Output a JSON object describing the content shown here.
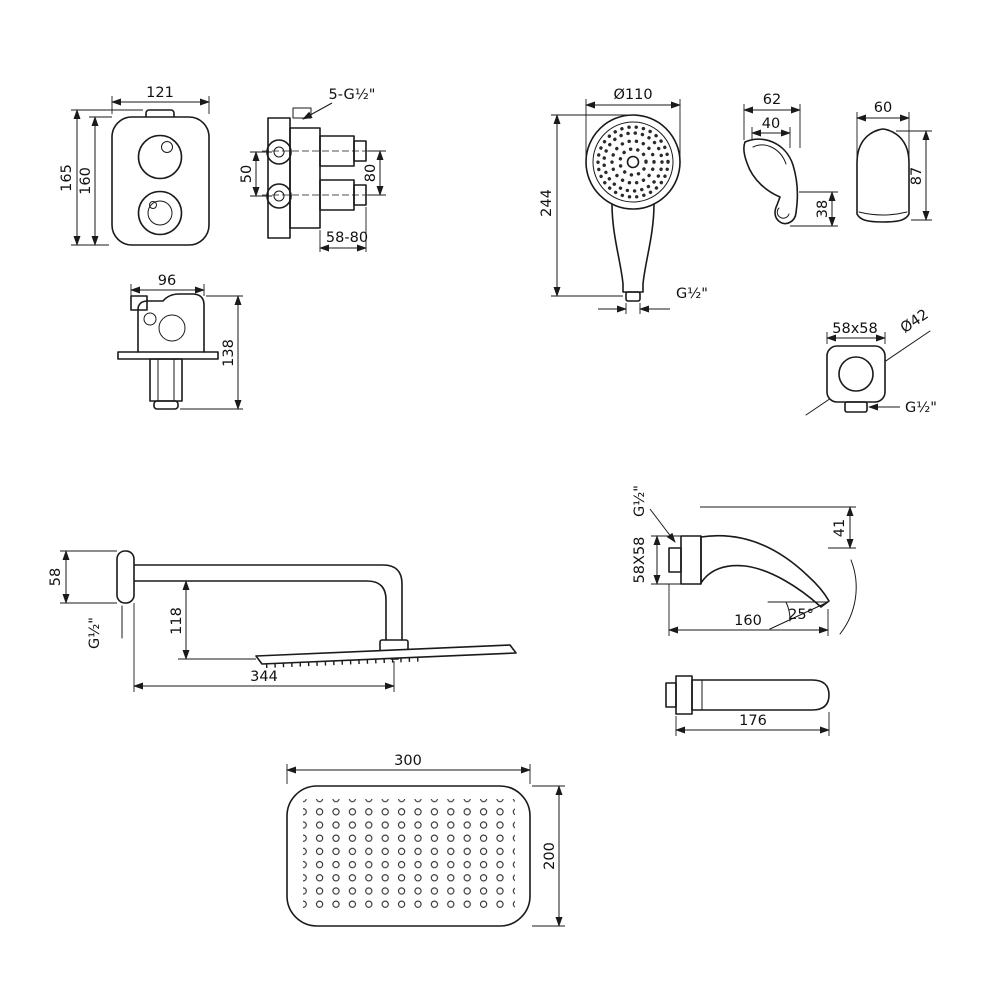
{
  "page": {
    "background": "#ffffff",
    "line_color": "#1a1a1a"
  },
  "mixer_front": {
    "width": "121",
    "height_outer": "165",
    "height_inner": "160"
  },
  "valve_body": {
    "thread": "5-G½\"",
    "port_spacing": "50",
    "port_height": "80",
    "mount_depth": "58-80"
  },
  "valve_trim": {
    "width": "96",
    "height": "138"
  },
  "hand_shower": {
    "head_diameter": "Ø110",
    "length": "244",
    "thread": "G½\""
  },
  "holder_side": {
    "width": "62",
    "inner_width": "40",
    "hook_depth": "38"
  },
  "holder_front": {
    "width": "60",
    "height": "87"
  },
  "escutcheon": {
    "plate_size": "58x58",
    "bore_diameter": "Ø42",
    "thread": "G½\""
  },
  "shower_arm": {
    "flange": "58",
    "thread": "G½\"",
    "drop": "118",
    "reach": "344"
  },
  "spout_side": {
    "thread": "G½\"",
    "flange_size": "58X58",
    "rise": "41",
    "reach": "160",
    "angle": "25°"
  },
  "spout_top": {
    "length": "176"
  },
  "head_top": {
    "width": "300",
    "depth": "200"
  }
}
